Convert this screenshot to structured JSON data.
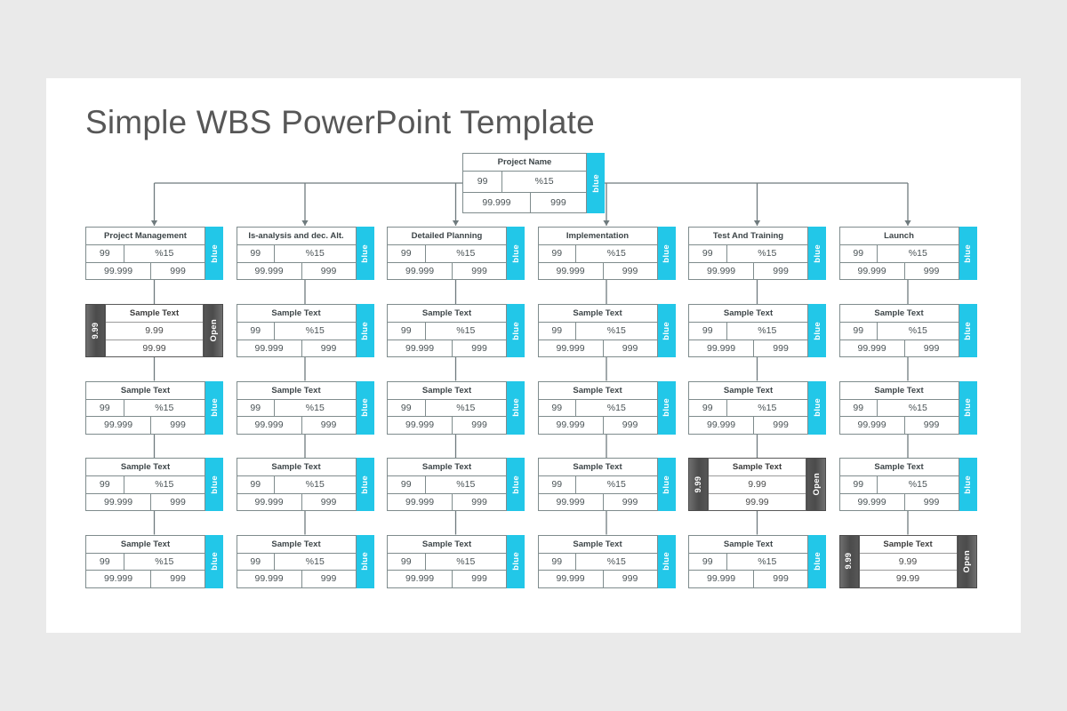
{
  "slide": {
    "title": "Simple WBS PowerPoint Template",
    "background_color": "#eaeaea",
    "surface_color": "#ffffff"
  },
  "theme": {
    "accent_cyan": "#22c7e8",
    "light_blue_fill": "#e2f4fb",
    "dark_gray": "#4b4b4b",
    "border_gray": "#7f8c8d",
    "text_gray": "#575757"
  },
  "labels": {
    "side_tab_blue": "blue",
    "side_tab_open": "Open",
    "sample_text": "Sample Text"
  },
  "root": {
    "title": "Project Name",
    "row1_left": "99",
    "row1_right": "%15",
    "row2_left": "99.999",
    "row2_right": "999",
    "tab": "blue"
  },
  "level1": [
    {
      "title": "Project Management",
      "row1_left": "99",
      "row1_right": "%15",
      "row2_left": "99.999",
      "row2_right": "999",
      "tab": "blue"
    },
    {
      "title": "Is-analysis and dec. Alt.",
      "row1_left": "99",
      "row1_right": "%15",
      "row2_left": "99.999",
      "row2_right": "999",
      "tab": "blue"
    },
    {
      "title": "Detailed Planning",
      "row1_left": "99",
      "row1_right": "%15",
      "row2_left": "99.999",
      "row2_right": "999",
      "tab": "blue"
    },
    {
      "title": "Implementation",
      "row1_left": "99",
      "row1_right": "%15",
      "row2_left": "99.999",
      "row2_right": "999",
      "tab": "blue"
    },
    {
      "title": "Test And Training",
      "row1_left": "99",
      "row1_right": "%15",
      "row2_left": "99.999",
      "row2_right": "999",
      "tab": "blue"
    },
    {
      "title": "Launch",
      "row1_left": "99",
      "row1_right": "%15",
      "row2_left": "99.999",
      "row2_right": "999",
      "tab": "blue"
    }
  ],
  "columns": [
    {
      "name": "Project Management",
      "nodes": [
        {
          "variant": "dark",
          "title": "Sample Text",
          "left_tab": "9.99",
          "row1": "9.99",
          "row2": "99.99",
          "tab": "Open"
        },
        {
          "variant": "white",
          "title": "Sample Text",
          "row1_left": "99",
          "row1_right": "%15",
          "row2_left": "99.999",
          "row2_right": "999",
          "tab": "blue"
        },
        {
          "variant": "white",
          "title": "Sample Text",
          "row1_left": "99",
          "row1_right": "%15",
          "row2_left": "99.999",
          "row2_right": "999",
          "tab": "blue"
        },
        {
          "variant": "white",
          "title": "Sample Text",
          "row1_left": "99",
          "row1_right": "%15",
          "row2_left": "99.999",
          "row2_right": "999",
          "tab": "blue"
        }
      ]
    },
    {
      "name": "Is-analysis and dec. Alt.",
      "nodes": [
        {
          "variant": "white",
          "title": "Sample Text",
          "row1_left": "99",
          "row1_right": "%15",
          "row2_left": "99.999",
          "row2_right": "999",
          "tab": "blue"
        },
        {
          "variant": "white",
          "title": "Sample Text",
          "row1_left": "99",
          "row1_right": "%15",
          "row2_left": "99.999",
          "row2_right": "999",
          "tab": "blue"
        },
        {
          "variant": "white",
          "title": "Sample Text",
          "row1_left": "99",
          "row1_right": "%15",
          "row2_left": "99.999",
          "row2_right": "999",
          "tab": "blue"
        },
        {
          "variant": "white",
          "title": "Sample Text",
          "row1_left": "99",
          "row1_right": "%15",
          "row2_left": "99.999",
          "row2_right": "999",
          "tab": "blue"
        }
      ]
    },
    {
      "name": "Detailed Planning",
      "nodes": [
        {
          "variant": "white",
          "title": "Sample Text",
          "row1_left": "99",
          "row1_right": "%15",
          "row2_left": "99.999",
          "row2_right": "999",
          "tab": "blue"
        },
        {
          "variant": "white",
          "title": "Sample Text",
          "row1_left": "99",
          "row1_right": "%15",
          "row2_left": "99.999",
          "row2_right": "999",
          "tab": "blue"
        },
        {
          "variant": "white",
          "title": "Sample Text",
          "row1_left": "99",
          "row1_right": "%15",
          "row2_left": "99.999",
          "row2_right": "999",
          "tab": "blue"
        },
        {
          "variant": "white",
          "title": "Sample Text",
          "row1_left": "99",
          "row1_right": "%15",
          "row2_left": "99.999",
          "row2_right": "999",
          "tab": "blue"
        }
      ]
    },
    {
      "name": "Implementation",
      "nodes": [
        {
          "variant": "white",
          "title": "Sample Text",
          "row1_left": "99",
          "row1_right": "%15",
          "row2_left": "99.999",
          "row2_right": "999",
          "tab": "blue"
        },
        {
          "variant": "white",
          "title": "Sample Text",
          "row1_left": "99",
          "row1_right": "%15",
          "row2_left": "99.999",
          "row2_right": "999",
          "tab": "blue"
        },
        {
          "variant": "white",
          "title": "Sample Text",
          "row1_left": "99",
          "row1_right": "%15",
          "row2_left": "99.999",
          "row2_right": "999",
          "tab": "blue"
        },
        {
          "variant": "white",
          "title": "Sample Text",
          "row1_left": "99",
          "row1_right": "%15",
          "row2_left": "99.999",
          "row2_right": "999",
          "tab": "blue"
        }
      ]
    },
    {
      "name": "Test And Training",
      "nodes": [
        {
          "variant": "white",
          "title": "Sample Text",
          "row1_left": "99",
          "row1_right": "%15",
          "row2_left": "99.999",
          "row2_right": "999",
          "tab": "blue"
        },
        {
          "variant": "white",
          "title": "Sample Text",
          "row1_left": "99",
          "row1_right": "%15",
          "row2_left": "99.999",
          "row2_right": "999",
          "tab": "blue"
        },
        {
          "variant": "dark",
          "title": "Sample Text",
          "left_tab": "9.99",
          "row1": "9.99",
          "row2": "99.99",
          "tab": "Open"
        },
        {
          "variant": "white",
          "title": "Sample Text",
          "row1_left": "99",
          "row1_right": "%15",
          "row2_left": "99.999",
          "row2_right": "999",
          "tab": "blue"
        }
      ]
    },
    {
      "name": "Launch",
      "nodes": [
        {
          "variant": "white",
          "title": "Sample Text",
          "row1_left": "99",
          "row1_right": "%15",
          "row2_left": "99.999",
          "row2_right": "999",
          "tab": "blue"
        },
        {
          "variant": "white",
          "title": "Sample Text",
          "row1_left": "99",
          "row1_right": "%15",
          "row2_left": "99.999",
          "row2_right": "999",
          "tab": "blue"
        },
        {
          "variant": "white",
          "title": "Sample Text",
          "row1_left": "99",
          "row1_right": "%15",
          "row2_left": "99.999",
          "row2_right": "999",
          "tab": "blue"
        },
        {
          "variant": "dark",
          "title": "Sample Text",
          "left_tab": "9.99",
          "row1": "9.99",
          "row2": "99.99",
          "tab": "Open"
        }
      ]
    }
  ]
}
